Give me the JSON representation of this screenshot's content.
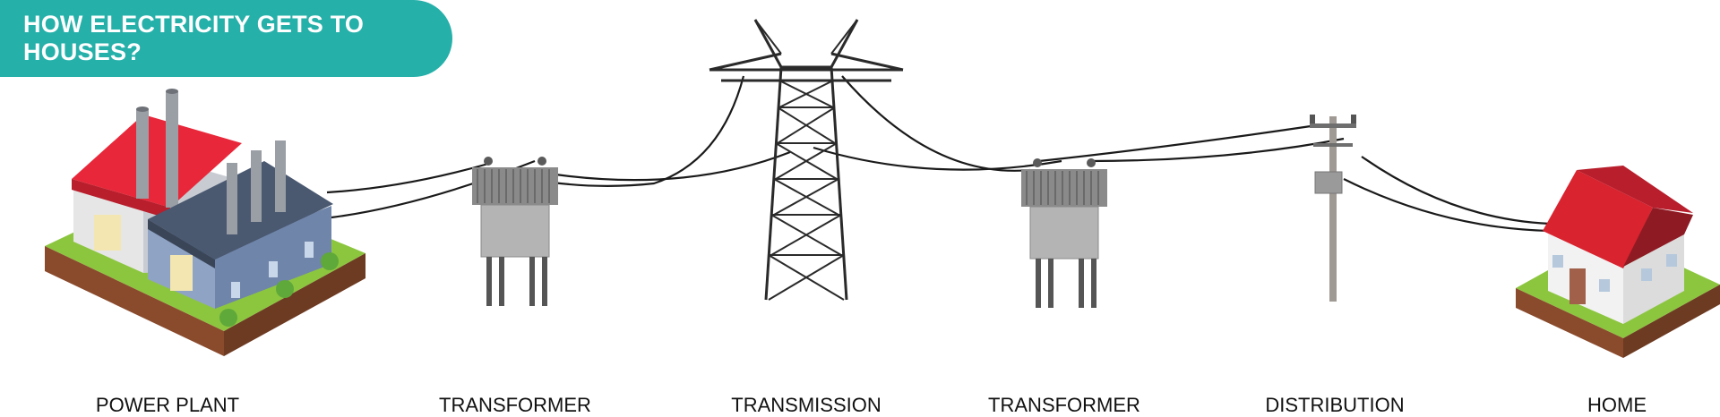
{
  "title": "HOW ELECTRICITY GETS TO HOUSES?",
  "stages": [
    {
      "id": "power-plant",
      "label": "POWER PLANT"
    },
    {
      "id": "transformer-1",
      "label": "TRANSFORMER"
    },
    {
      "id": "transmission",
      "label": "TRANSMISSION"
    },
    {
      "id": "transformer-2",
      "label": "TRANSFORMER"
    },
    {
      "id": "distribution",
      "label": "DISTRIBUTION"
    },
    {
      "id": "home",
      "label": "HOME"
    }
  ],
  "colors": {
    "title_background": "#26b0aa",
    "grass": "#8cc63f",
    "soil": "#8a4a2c",
    "roof": "#e8283a",
    "transformer": "#9a9a9a",
    "tower": "#2a2a2a"
  },
  "icons": [
    "factory-icon",
    "transformer-icon",
    "pylon-icon",
    "utility-pole-icon",
    "house-icon"
  ]
}
